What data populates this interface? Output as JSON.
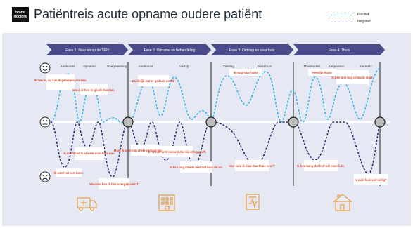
{
  "logo": {
    "line1": "brand",
    "line2": "doctors"
  },
  "title": "Patiëntreis acute opname oudere patiënt",
  "legend": {
    "positive": {
      "label": "Positief",
      "color": "#3bb6e8"
    },
    "negative": {
      "label": "Negatief",
      "color": "#2b2f7a"
    }
  },
  "phases": [
    {
      "label": "Fase 1: Naar en op de SEH"
    },
    {
      "label": "Fase 2: Opname en behandeling"
    },
    {
      "label": "Fase 3: Ontslag en naar huis"
    },
    {
      "label": "Fase 4: Thuis"
    }
  ],
  "phase_color": "#4b4b8c",
  "moments": [
    "Aankomst",
    "Opname",
    "Overplaatsing",
    "Aankomst",
    "Verblijf",
    "Ontslag",
    "Naar huis",
    "Thuiskomst",
    "Aanpassen",
    "Herstel?"
  ],
  "emotions": {
    "happy": "happy-face-icon",
    "neutral": "neutral-face-icon",
    "sad": "sad-face-icon"
  },
  "quotes_positive": [
    "Ik ben er, nu kan ik geholpen worden.",
    "Mooi, ik ben in goede handen.",
    "Duidelijk wat er gedaan wordt.",
    "Ik mag naar huis!",
    "Heerlijk thuis!",
    "Ik ben hier nog prima in staat."
  ],
  "quotes_negative": [
    "Ik weet het niet meer.",
    "Ik dacht dat ik al weer naar huis was.",
    "Waarom ben ik hier overgeplaatst?",
    "Moet ik weer mijn hele verhaal opnieuw doen?",
    "Er is niet echt iemand die mij uitleg geeft.",
    "Ik ben nog steeds niet zelf naar de wc.",
    "Hoe kom ik daar dan thuis voor?",
    "Ik ben bang dat het niet meer lukt.",
    "Is mijn huis wel veilig?"
  ],
  "icons": [
    "ambulance-icon",
    "hospital-building-icon",
    "discharge-document-icon",
    "home-icon"
  ],
  "colors": {
    "panel": "#e6e8f3",
    "quote": "#d9452b",
    "icon": "#e8a34a",
    "divider": "#222222"
  }
}
